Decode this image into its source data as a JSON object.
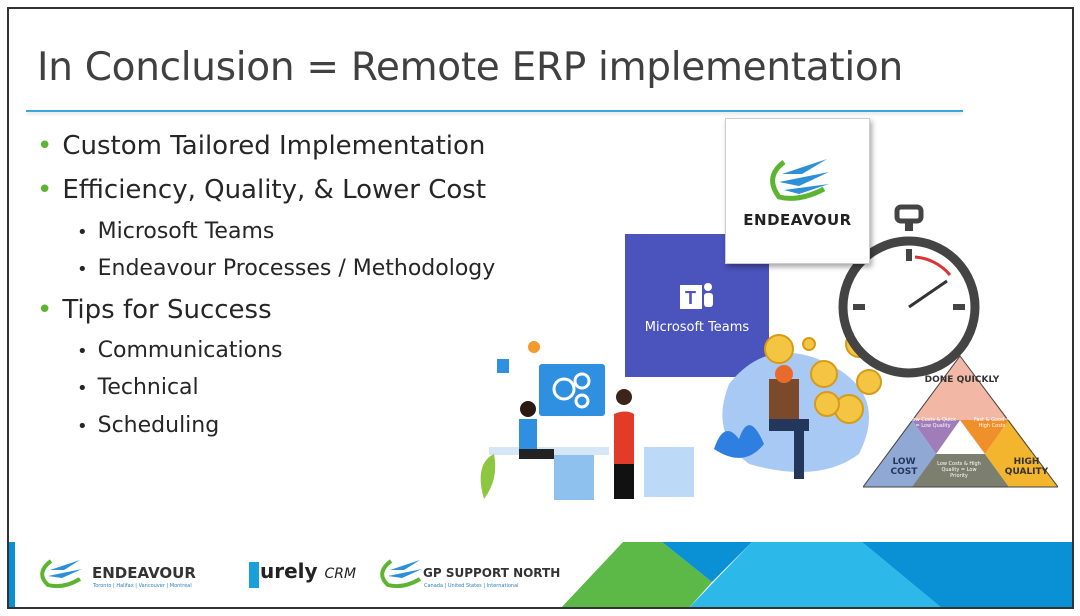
{
  "slide": {
    "title": "In Conclusion = Remote ERP implementation",
    "bullets": [
      {
        "text": "Custom Tailored Implementation",
        "sub": []
      },
      {
        "text": "Efficiency, Quality, & Lower Cost",
        "sub": [
          "Microsoft Teams",
          "Endeavour Processes / Methodology"
        ]
      },
      {
        "text": "Tips for Success",
        "sub": [
          "Communications",
          "Technical",
          "Scheduling"
        ]
      }
    ],
    "bullet_glyph": "•"
  },
  "images": {
    "teams_label": "Microsoft Teams",
    "teams_color": "#4b53bc",
    "endeavour_card_label": "ENDEAVOUR",
    "pyramid": {
      "top": "DONE QUICKLY",
      "left_mid": "Low Costs & Quick = Low Quality",
      "right_mid": "Fast & Good = High Costs",
      "bottom_left": "LOW COST",
      "bottom_mid": "Low Costs & High Quality = Low Priority",
      "bottom_right": "HIGH QUALITY"
    }
  },
  "footer": {
    "endeavour": {
      "name": "ENDEAVOUR",
      "cities": "Toronto | Halifax | Vancouver | Montréal"
    },
    "purely": {
      "name": "urely",
      "suffix": "CRM"
    },
    "gpsn": {
      "name": "GP SUPPORT NORTH",
      "regions": "Canada | United States | International"
    },
    "colors": {
      "green": "#5cb847",
      "blue": "#0a90d4",
      "light_blue": "#2db8ea"
    }
  }
}
